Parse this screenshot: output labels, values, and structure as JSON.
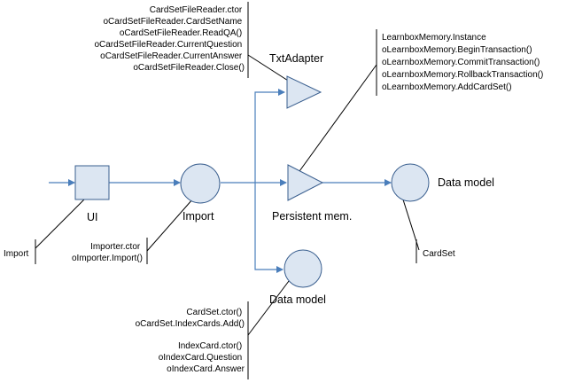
{
  "nodes": {
    "ui": "UI",
    "import": "Import",
    "txt_adapter": "TxtAdapter",
    "persistent_mem": "Persistent mem.",
    "data_model_right": "Data model",
    "data_model_bottom": "Data model"
  },
  "notes": {
    "card_set_file_reader": [
      "CardSetFileReader.ctor",
      "oCardSetFileReader.CardSetName",
      "oCardSetFileReader.ReadQA()",
      "oCardSetFileReader.CurrentQuestion",
      "oCardSetFileReader.CurrentAnswer",
      "oCardSetFileReader.Close()"
    ],
    "learnbox_memory": [
      "LearnboxMemory.Instance",
      "oLearnboxMemory.BeginTransaction()",
      "oLearnboxMemory.CommitTransaction()",
      "oLearnboxMemory.RollbackTransaction()",
      "oLearnboxMemory.AddCardSet()"
    ],
    "import_label": "Import",
    "importer": [
      "Importer.ctor",
      "oImporter.Import()"
    ],
    "card_set_label": "CardSet",
    "card_set_methods": [
      "CardSet.ctor()",
      "oCardSet.IndexCards.Add()"
    ],
    "index_card_methods": [
      "IndexCard.ctor()",
      "oIndexCard.Question",
      "oIndexCard.Answer"
    ]
  }
}
